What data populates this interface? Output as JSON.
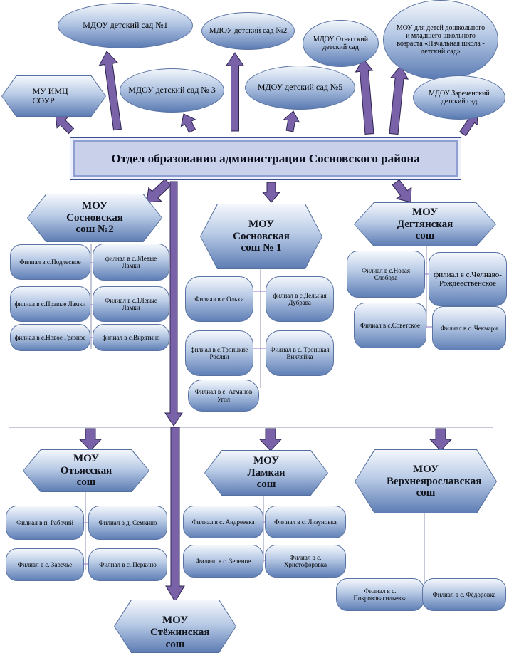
{
  "main_title": "Отдел образования администрации Сосновского  района",
  "top_institutions": {
    "mdou1": "МДОУ детский сад №1",
    "mdou2": "МДОУ детский сад №2",
    "mdou3": "МДОУ детский сад № 3",
    "mdou5": "МДОУ детский сад №5",
    "otyassky": "МДОУ Отьясский детский сад",
    "mou_primary": "МОУ для детей дошкольного и младшего школьного возраста «Начальная школа - детский сад»",
    "zarechensky": "МДОУ Зареченский детский сад",
    "imc": "МУ ИМЦ СОУР"
  },
  "schools": {
    "sosnovskaya2": {
      "name": "МОУ Сосновская сош №2",
      "branches": [
        "Филиал в с.Подлесное",
        "филиал в с.3Левые Ламки",
        "филиал в с.Правые Ламки",
        "Филиал в с.1Левые Ламки",
        "филиал в с.Новое Грязное",
        "филиал в с.Вирятино"
      ]
    },
    "sosnovskaya1": {
      "name": "МОУ Сосновская сош № 1",
      "branches": [
        "Филиал в с.Ольхи",
        "филиал в с.Дельная Дубрава",
        "филиал в с.Троицкие Росляи",
        "Филиал в с. Троицкая Вихляйка",
        "Филиал в с. Атманов Угол"
      ]
    },
    "degtyanskaya": {
      "name": "МОУ Дегтянская сош",
      "branches": [
        "Филиал в с.Новая Слобода",
        "филиал в с.Челнаво-Рождеественское",
        "Филиал в с.Советское",
        "Филиал в с. Чекмари"
      ]
    },
    "otyasskaya": {
      "name": "МОУ Отьясская сош",
      "branches": [
        "Филиал в п. Рабочий",
        "Филиал в д. Семкино",
        "Филиал в с. Заречье",
        "Филиал в с. Перкино"
      ]
    },
    "lamkaya": {
      "name": "МОУ Ламкая сош",
      "branches": [
        "Филиал в с. Андреевка",
        "Филиал в с. Лизуновка",
        "Филиал в с. Зеленое",
        "Филиал в с. Христофоровка"
      ]
    },
    "verkhneyaroslav": {
      "name": "МОУ Верхнеярославская сош",
      "branches": [
        "Филиал в с. Покрововасильевка",
        "Филиал в с. Фёдоровка"
      ]
    },
    "styozhinskaya": {
      "name": "МОУ Стёжинская сош"
    }
  },
  "colors": {
    "arrow": "#7a62a8",
    "arrow_edge": "#2d2450",
    "connector": "#8a8fb0",
    "double_arrow": "#a48ccf"
  }
}
